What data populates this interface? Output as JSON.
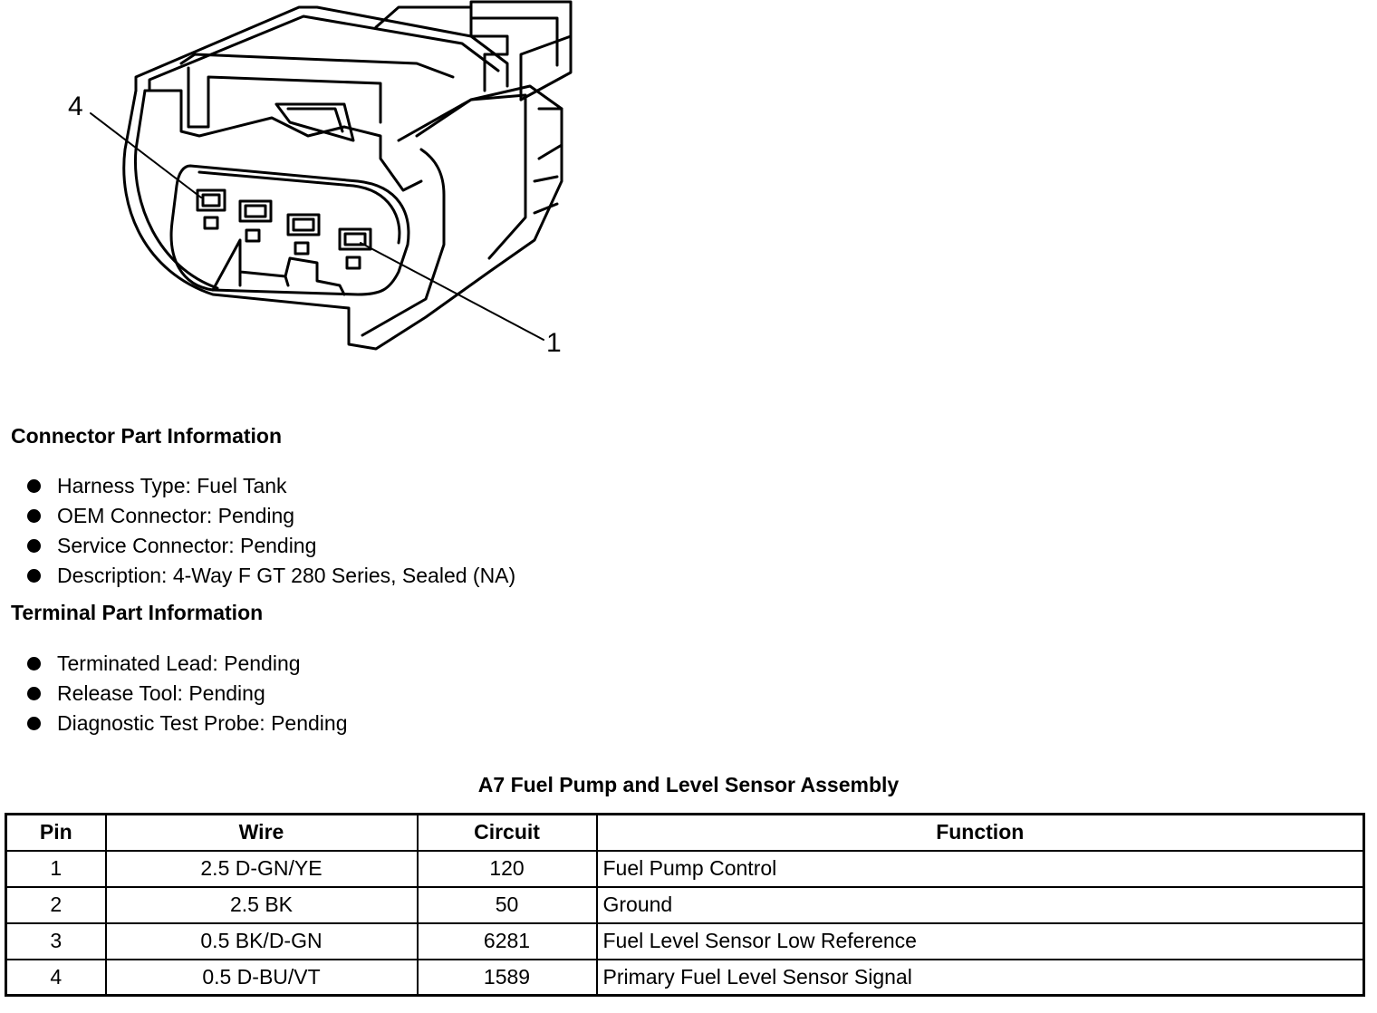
{
  "illustration": {
    "callouts": [
      "4",
      "1"
    ]
  },
  "connector_info": {
    "heading": "Connector Part Information",
    "items": [
      "Harness Type: Fuel Tank",
      "OEM Connector: Pending",
      "Service Connector: Pending",
      "Description: 4-Way F GT 280 Series, Sealed (NA)"
    ]
  },
  "terminal_info": {
    "heading": "Terminal Part Information",
    "items": [
      "Terminated Lead: Pending",
      "Release Tool: Pending",
      "Diagnostic Test Probe: Pending"
    ]
  },
  "table": {
    "title": "A7 Fuel Pump and Level Sensor Assembly",
    "headers": [
      "Pin",
      "Wire",
      "Circuit",
      "Function"
    ],
    "rows": [
      [
        "1",
        "2.5 D-GN/YE",
        "120",
        "Fuel Pump Control"
      ],
      [
        "2",
        "2.5 BK",
        "50",
        "Ground"
      ],
      [
        "3",
        "0.5 BK/D-GN",
        "6281",
        "Fuel Level Sensor Low Reference"
      ],
      [
        "4",
        "0.5 D-BU/VT",
        "1589",
        "Primary Fuel Level Sensor Signal"
      ]
    ]
  }
}
